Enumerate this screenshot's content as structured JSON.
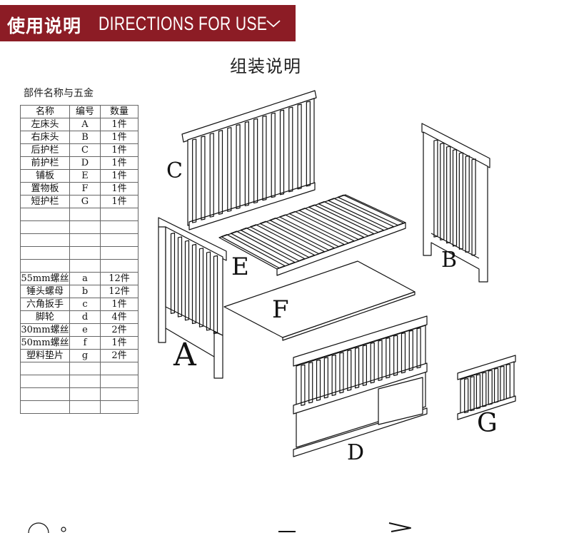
{
  "banner": {
    "title_cn": "使用说明",
    "title_en": "DIRECTIONS FOR USE",
    "chevron_icon": "chevron-down-icon"
  },
  "main_title": "组装说明",
  "parts_caption": "部件名称与五金",
  "table": {
    "headers": [
      "名称",
      "编号",
      "数量"
    ],
    "rows": [
      [
        "左床头",
        "A",
        "1件"
      ],
      [
        "右床头",
        "B",
        "1件"
      ],
      [
        "后护栏",
        "C",
        "1件"
      ],
      [
        "前护栏",
        "D",
        "1件"
      ],
      [
        "铺板",
        "E",
        "1件"
      ],
      [
        "置物板",
        "F",
        "1件"
      ],
      [
        "短护栏",
        "G",
        "1件"
      ],
      [
        "",
        "",
        ""
      ],
      [
        "",
        "",
        ""
      ],
      [
        "",
        "",
        ""
      ],
      [
        "",
        "",
        ""
      ],
      [
        "",
        "",
        ""
      ],
      [
        "55mm螺丝",
        "a",
        "12件"
      ],
      [
        "锤头螺母",
        "b",
        "12件"
      ],
      [
        "六角扳手",
        "c",
        "1件"
      ],
      [
        "脚轮",
        "d",
        "4件"
      ],
      [
        "30mm螺丝",
        "e",
        "2件"
      ],
      [
        "50mm螺丝",
        "f",
        "1件"
      ],
      [
        "塑料垫片",
        "g",
        "2件"
      ],
      [
        "",
        "",
        ""
      ],
      [
        "",
        "",
        ""
      ],
      [
        "",
        "",
        ""
      ],
      [
        "",
        "",
        ""
      ]
    ]
  },
  "labels": {
    "A": "A",
    "B": "B",
    "C": "C",
    "D": "D",
    "E": "E",
    "F": "F",
    "G": "G"
  },
  "colors": {
    "banner": "#8c1c25",
    "line": "#111111"
  }
}
